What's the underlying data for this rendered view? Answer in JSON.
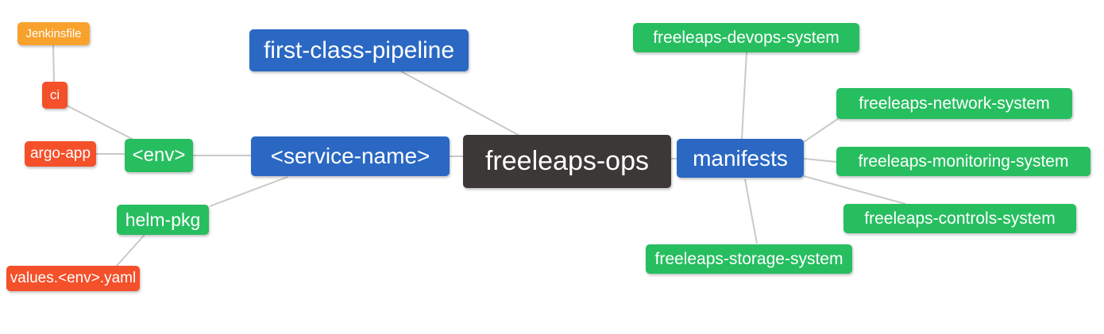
{
  "diagram": {
    "type": "mindmap",
    "root_label": "freeleaps-ops",
    "colors": {
      "root": "#3B3837",
      "branch_blue": "#2A68C3",
      "leaf_green": "#27BE60",
      "leaf_orange": "#F4502A",
      "leaf_amber": "#F8A22D",
      "connector": "#C9C9C9",
      "text": "#FFFFFF",
      "background": "#FFFFFF"
    },
    "nodes": [
      {
        "id": "jenkinsfile",
        "label": "Jenkinsfile",
        "color": "amber"
      },
      {
        "id": "ci",
        "label": "ci",
        "color": "orange"
      },
      {
        "id": "argo-app",
        "label": "argo-app",
        "color": "orange"
      },
      {
        "id": "env",
        "label": "<env>",
        "color": "green"
      },
      {
        "id": "helm-pkg",
        "label": "helm-pkg",
        "color": "green"
      },
      {
        "id": "values-env-yaml",
        "label": "values.<env>.yaml",
        "color": "orange"
      },
      {
        "id": "first-class-pipeline",
        "label": "first-class-pipeline",
        "color": "blue"
      },
      {
        "id": "service-name",
        "label": "<service-name>",
        "color": "blue"
      },
      {
        "id": "freeleaps-ops",
        "label": "freeleaps-ops",
        "color": "dark"
      },
      {
        "id": "manifests",
        "label": "manifests",
        "color": "blue"
      },
      {
        "id": "freeleaps-devops-system",
        "label": "freeleaps-devops-system",
        "color": "green"
      },
      {
        "id": "freeleaps-network-system",
        "label": "freeleaps-network-system",
        "color": "green"
      },
      {
        "id": "freeleaps-monitoring-system",
        "label": "freeleaps-monitoring-system",
        "color": "green"
      },
      {
        "id": "freeleaps-controls-system",
        "label": "freeleaps-controls-system",
        "color": "green"
      },
      {
        "id": "freeleaps-storage-system",
        "label": "freeleaps-storage-system",
        "color": "green"
      }
    ],
    "edges": [
      [
        "jenkinsfile",
        "ci"
      ],
      [
        "ci",
        "env"
      ],
      [
        "argo-app",
        "env"
      ],
      [
        "env",
        "service-name"
      ],
      [
        "helm-pkg",
        "service-name"
      ],
      [
        "values-env-yaml",
        "helm-pkg"
      ],
      [
        "first-class-pipeline",
        "freeleaps-ops"
      ],
      [
        "service-name",
        "freeleaps-ops"
      ],
      [
        "freeleaps-ops",
        "manifests"
      ],
      [
        "manifests",
        "freeleaps-devops-system"
      ],
      [
        "manifests",
        "freeleaps-network-system"
      ],
      [
        "manifests",
        "freeleaps-monitoring-system"
      ],
      [
        "manifests",
        "freeleaps-controls-system"
      ],
      [
        "manifests",
        "freeleaps-storage-system"
      ]
    ]
  }
}
